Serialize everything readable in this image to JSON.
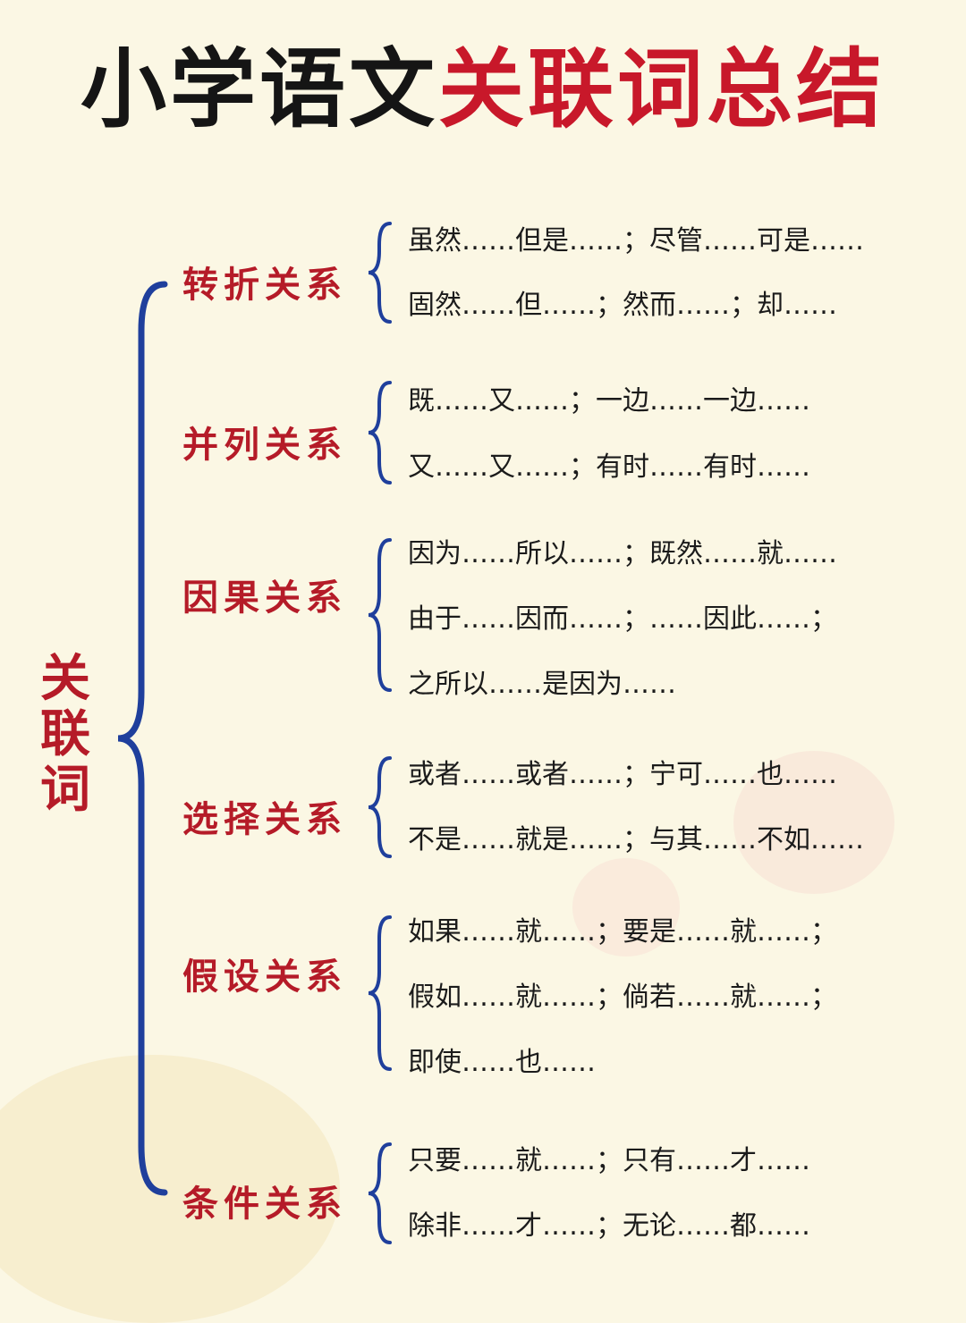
{
  "title": {
    "part1": "小学语文",
    "part2": "关联词总结"
  },
  "root": "关联词",
  "colors": {
    "accent_red": "#b51b28",
    "title_red": "#c8182a",
    "brace_blue": "#1f3f9c",
    "text": "#1b1b1b",
    "background": "#fbf7e4"
  },
  "categories": [
    {
      "name": "转折关系",
      "lines": [
        "虽然……但是……；尽管……可是……",
        "固然……但……；然而……；却……"
      ]
    },
    {
      "name": "并列关系",
      "lines": [
        "既……又……；一边……一边……",
        " 又……又……；有时……有时……"
      ]
    },
    {
      "name": "因果关系",
      "lines": [
        "因为……所以……；既然……就……",
        "由于……因而……；……因此……；",
        "之所以……是因为……"
      ]
    },
    {
      "name": "选择关系",
      "lines": [
        "或者……或者……；宁可……也……",
        "不是……就是……；与其……不如……"
      ]
    },
    {
      "name": "假设关系",
      "lines": [
        "如果……就……；要是……就……；",
        "假如……就……；倘若……就……；",
        "即使……也……"
      ]
    },
    {
      "name": "条件关系",
      "lines": [
        "只要……就……；只有……才……",
        "除非……才……；无论……都……"
      ]
    }
  ]
}
